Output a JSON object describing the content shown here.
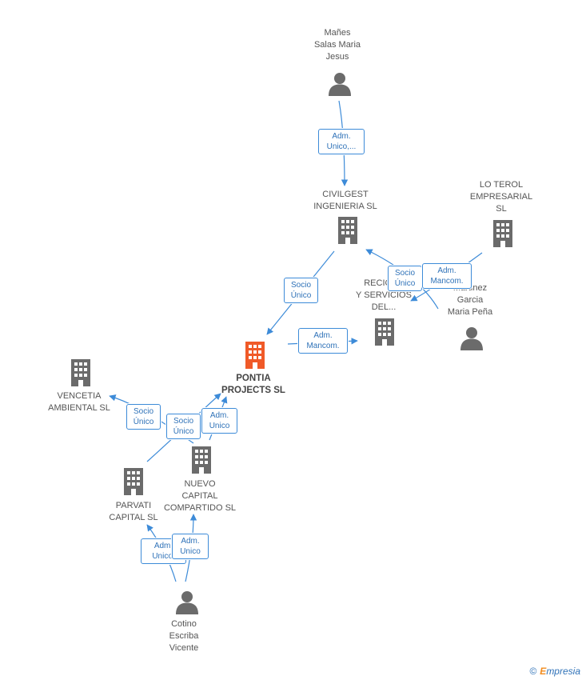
{
  "colors": {
    "edge": "#3d8bd8",
    "node": "#6b6b6b",
    "highlight": "#f05a28"
  },
  "nodes": {
    "manes": {
      "label": "Mañes\nSalas Maria\nJesus",
      "type": "person"
    },
    "civilgest": {
      "label": "CIVILGEST\nINGENIERIA SL",
      "type": "company"
    },
    "loterol": {
      "label": "LO TEROL\nEMPRESARIAL\nSL",
      "type": "company"
    },
    "recicl": {
      "label": "RECICL...\nY SERVICIOS\nDEL...",
      "type": "company"
    },
    "martinez": {
      "label": "Martinez\nGarcia\nMaria Peña",
      "type": "person"
    },
    "pontia": {
      "label": "PONTIA\nPROJECTS SL",
      "type": "company-main"
    },
    "vencetia": {
      "label": "VENCETIA\nAMBIENTAL SL",
      "type": "company"
    },
    "nuevo": {
      "label": "NUEVO\nCAPITAL\nCOMPARTIDO SL",
      "type": "company"
    },
    "parvati": {
      "label": "PARVATI\nCAPITAL SL",
      "type": "company"
    },
    "cotino": {
      "label": "Cotino\nEscriba\nVicente",
      "type": "person"
    }
  },
  "relations": {
    "r1": "Adm.\nUnico,...",
    "r2": "Socio\nÚnico",
    "r3": "Socio\nÚnico",
    "r4": "Adm.\nMancom.",
    "r5": "Adm.\nMancom.",
    "r6": "Socio\nÚnico",
    "r7": "Socio\nÚnico",
    "r8": "Adm.\nUnico",
    "r9": "Adm.\nUnico.",
    "r10": "Adm.\nUnico"
  },
  "brand": {
    "copyright": "©",
    "initial": "E",
    "rest": "mpresia"
  }
}
